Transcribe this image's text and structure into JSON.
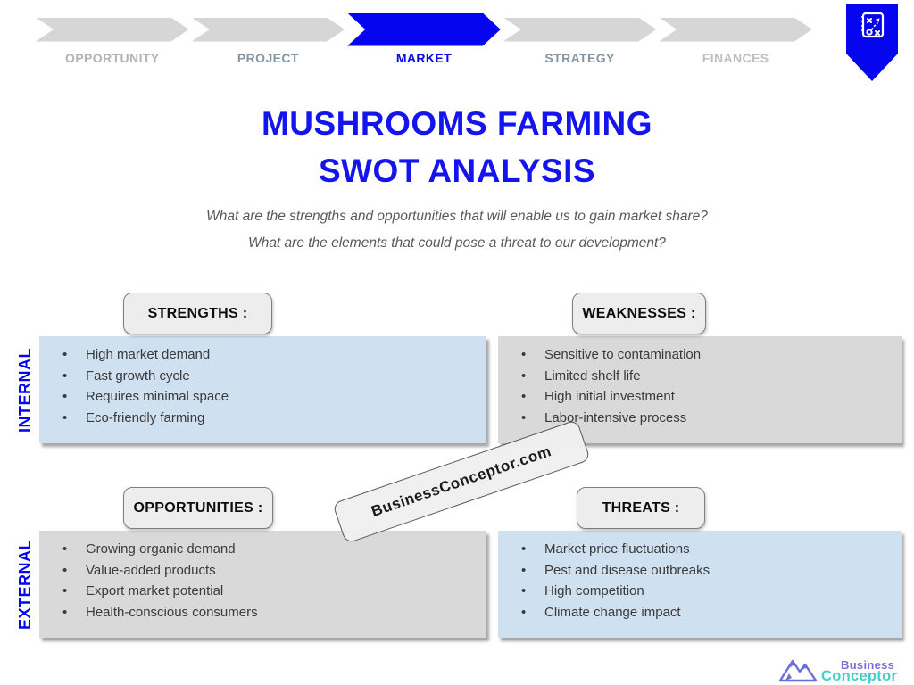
{
  "process_nav": {
    "steps": [
      {
        "label": "OPPORTUNITY",
        "active": false,
        "color": "#b3b3b3"
      },
      {
        "label": "PROJECT",
        "active": false,
        "color": "#8496a3"
      },
      {
        "label": "MARKET",
        "active": true,
        "color": "#0505f0"
      },
      {
        "label": "STRATEGY",
        "active": false,
        "color": "#8496a3"
      },
      {
        "label": "FINANCES",
        "active": false,
        "color": "#bfbfbf"
      }
    ]
  },
  "badge": {
    "icon": "playbook-tactics-icon"
  },
  "title": {
    "line1": "MUSHROOMS FARMING",
    "line2": "SWOT ANALYSIS"
  },
  "subtitle": {
    "line1": "What are the strengths and opportunities that will enable us to gain market share?",
    "line2": "What are the elements that could pose a threat to our development?"
  },
  "row_labels": {
    "internal": "INTERNAL",
    "external": "EXTERNAL"
  },
  "quadrants": {
    "strengths": {
      "label": "STRENGTHS :",
      "items": [
        "High market demand",
        "Fast growth cycle",
        "Requires minimal space",
        "Eco-friendly farming"
      ]
    },
    "weaknesses": {
      "label": "WEAKNESSES :",
      "items": [
        "Sensitive to contamination",
        "Limited shelf life",
        "High initial investment",
        "Labor-intensive process"
      ]
    },
    "opportunities": {
      "label": "OPPORTUNITIES :",
      "items": [
        "Growing organic demand",
        "Value-added products",
        "Export market potential",
        "Health-conscious consumers"
      ]
    },
    "threats": {
      "label": "THREATS :",
      "items": [
        "Market price fluctuations",
        "Pest and disease outbreaks",
        "High competition",
        "Climate change impact"
      ]
    }
  },
  "watermark": "BusinessConceptor.com",
  "brand": {
    "line1": "Business",
    "line2": "Conceptor",
    "icon": "mountains-logo-icon"
  },
  "colors": {
    "accent_blue": "#0505f0",
    "title_blue": "#1414ee",
    "chevron_gray": "#d6d6d6",
    "box_blue": "#cfe0f1",
    "box_gray": "#d9d9d9",
    "label_pill_bg": "#ededed",
    "logo_purple": "#7b6fe0",
    "logo_teal": "#40d0c8"
  }
}
